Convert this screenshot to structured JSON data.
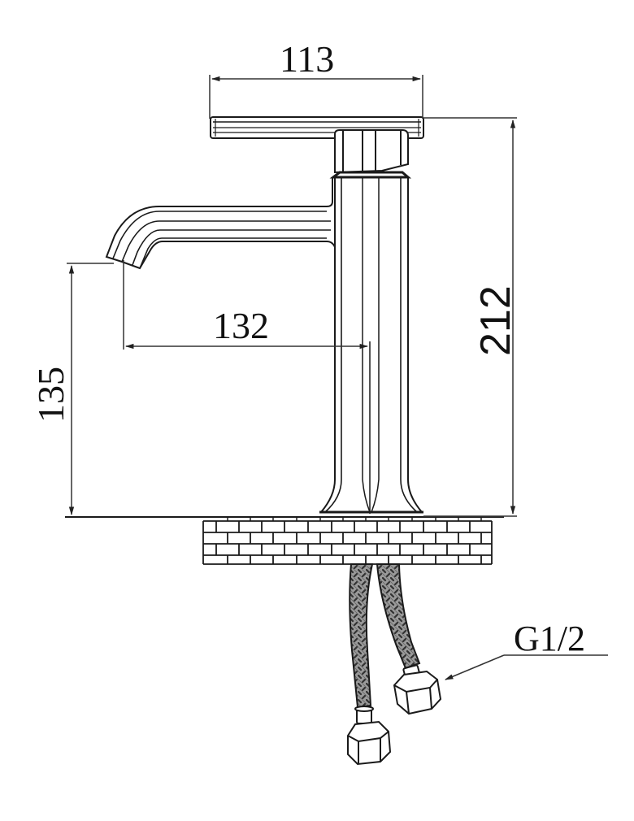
{
  "figure": {
    "subject": "Single lever basin mixer faucet — side elevation technical drawing",
    "units": "mm"
  },
  "dimensions": {
    "handle_length": "113",
    "spout_reach": "132",
    "spout_height": "135",
    "total_height": "212"
  },
  "annotations": {
    "connection_thread": "G1/2"
  },
  "components": [
    {
      "name": "lever-handle",
      "label": ""
    },
    {
      "name": "cartridge-cap",
      "label": ""
    },
    {
      "name": "spout",
      "label": ""
    },
    {
      "name": "body",
      "label": ""
    },
    {
      "name": "countertop",
      "label": ""
    },
    {
      "name": "braided-supply-hose-1",
      "label": ""
    },
    {
      "name": "braided-supply-hose-2",
      "label": ""
    },
    {
      "name": "hex-nut-1",
      "label": ""
    },
    {
      "name": "hex-nut-2",
      "label": ""
    }
  ],
  "colors": {
    "line": "#1a1a1a",
    "dim_line": "#333333",
    "background": "#ffffff",
    "hose_fill": "#7a7a7a"
  }
}
